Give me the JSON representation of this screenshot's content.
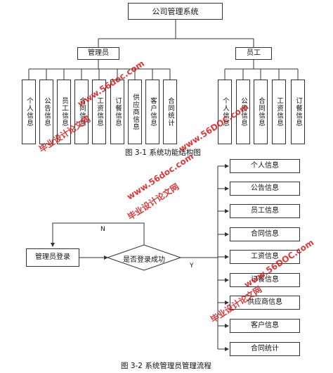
{
  "diagram1": {
    "root": "公司管理系统",
    "groups": [
      {
        "label": "管理员",
        "children": [
          "个人信息",
          "公告信息",
          "员工信息",
          "合同信息",
          "工资信息",
          "订餐信息",
          "供应商信息",
          "客户信息",
          "合同统计"
        ]
      },
      {
        "label": "员工",
        "children": [
          "个人信息",
          "公告信息",
          "合同信息",
          "工资信息",
          "订餐信息"
        ]
      }
    ],
    "caption": "图 3-1  系统功能结构图"
  },
  "diagram2": {
    "start": "管理员登录",
    "decision": "是否登录成功",
    "no_label": "N",
    "yes_label": "Y",
    "targets": [
      "个人信息",
      "公告信息",
      "员工信息",
      "合同信息",
      "工资信息",
      "订餐信息",
      "供应商信息",
      "客户信息",
      "合同统计"
    ],
    "caption": "图 3-2  系统管理员管理流程"
  },
  "watermarks": {
    "site": "www.56doc.com",
    "site_upper": "www.56DOC.com",
    "slogan": "毕业设计论文网"
  }
}
